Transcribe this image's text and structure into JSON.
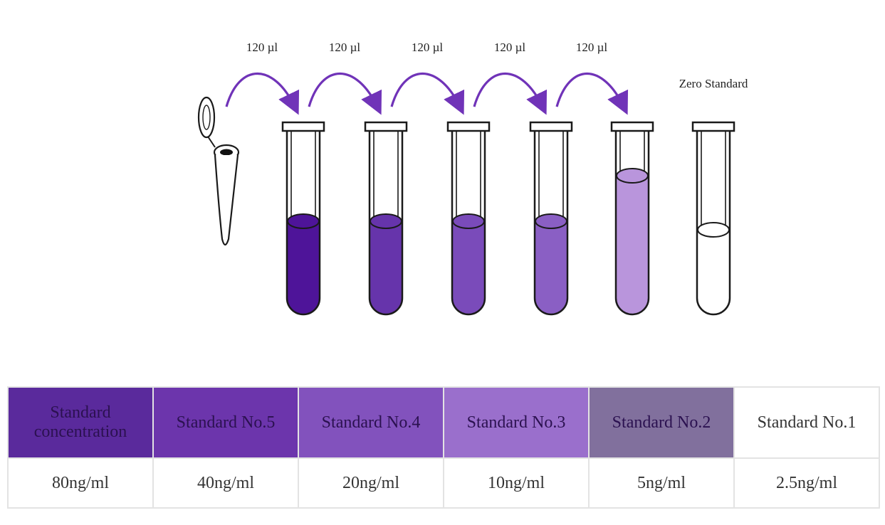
{
  "transfers": [
    "120 µl",
    "120 µl",
    "120 µl",
    "120 µl",
    "120 µl"
  ],
  "zero_label": "Zero Standard",
  "tubes": [
    {
      "fill": "#4e1499",
      "level": 0.55
    },
    {
      "fill": "#6634ab",
      "level": 0.55
    },
    {
      "fill": "#7a4bba",
      "level": 0.55
    },
    {
      "fill": "#8a5fc4",
      "level": 0.55
    },
    {
      "fill": "#b995dc",
      "level": 0.82
    },
    {
      "fill": "#ffffff",
      "level": 0.5
    }
  ],
  "colors": {
    "arrow": "#7033b8",
    "outline": "#1a1a1a"
  },
  "table": {
    "headers": [
      "Standard concentration",
      "Standard No.5",
      "Standard No.4",
      "Standard No.3",
      "Standard No.2",
      "Standard No.1"
    ],
    "values": [
      "80ng/ml",
      "40ng/ml",
      "20ng/ml",
      "10ng/ml",
      "5ng/ml",
      "2.5ng/ml"
    ],
    "header_colors": [
      "#5a2a9c",
      "#6c35ac",
      "#8252bd",
      "#9a6fcc",
      "#81709d",
      "#ffffff"
    ]
  }
}
